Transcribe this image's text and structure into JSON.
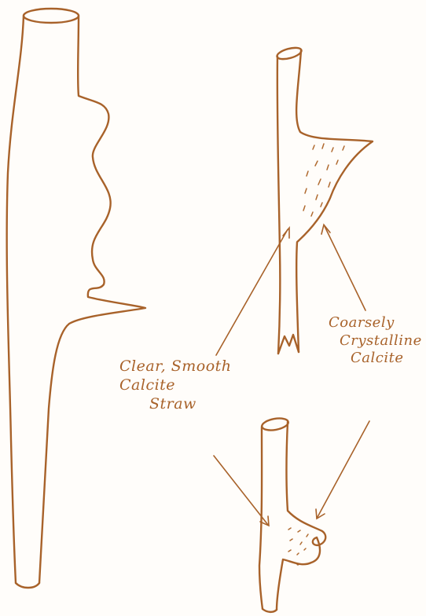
{
  "labels": {
    "straw": [
      "Clear, Smooth",
      "Calcite",
      "Straw"
    ],
    "crystalline": [
      "Coarsely",
      "Crystalline",
      "Calcite"
    ]
  },
  "colors": {
    "ink": "#a8622a",
    "paper": "#fffdfa"
  }
}
